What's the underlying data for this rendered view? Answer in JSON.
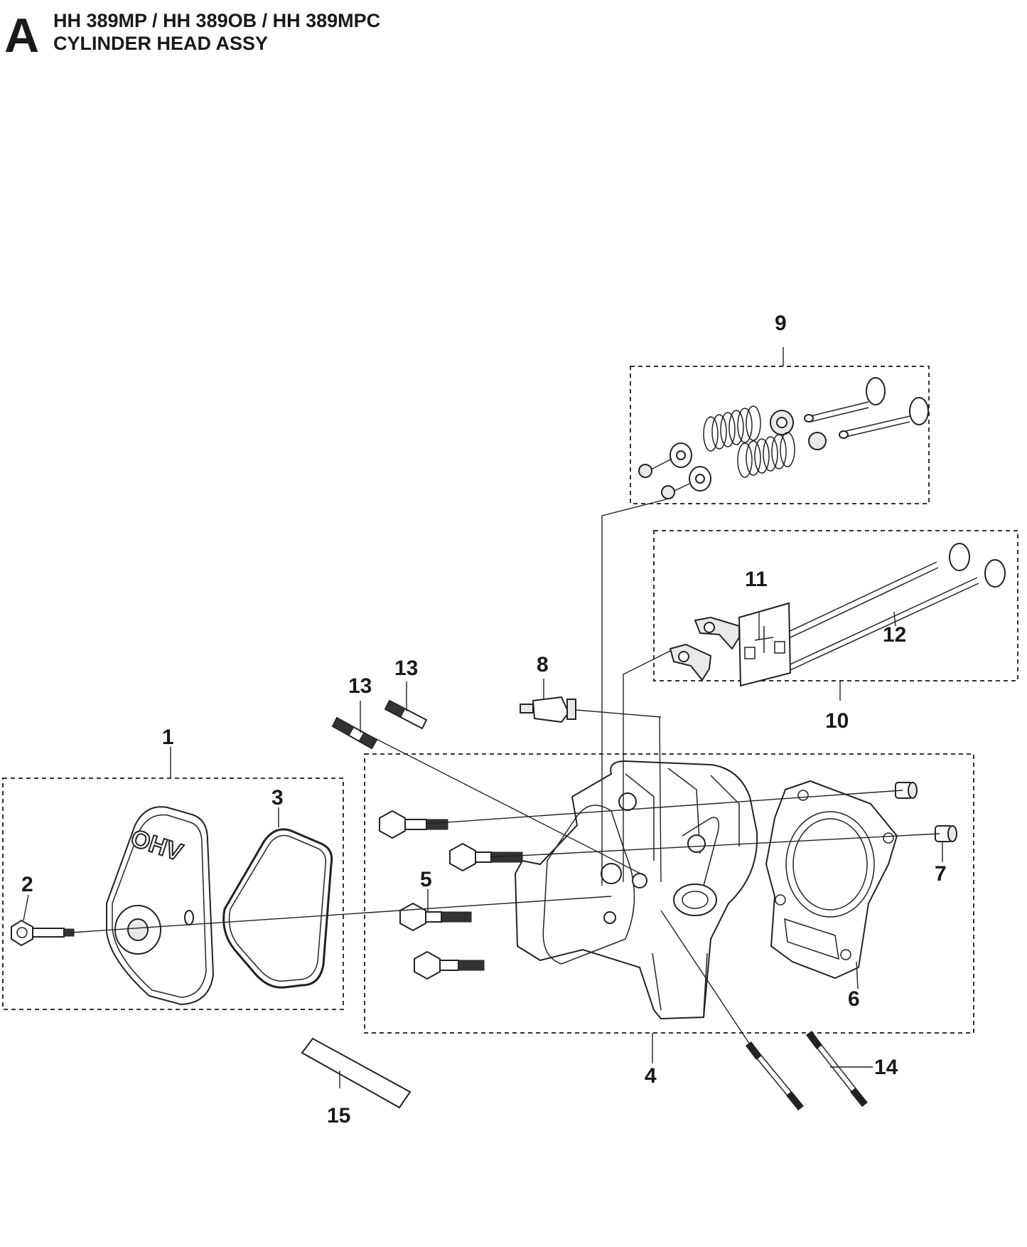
{
  "header": {
    "section_letter": "A",
    "models": "HH 389MP / HH 389OB / HH 389MPC",
    "assembly_title": "CYLINDER HEAD ASSY"
  },
  "cover_label": "OHV",
  "callouts": [
    "1",
    "2",
    "3",
    "4",
    "5",
    "6",
    "7",
    "8",
    "9",
    "10",
    "11",
    "12",
    "13",
    "13",
    "14",
    "15"
  ]
}
